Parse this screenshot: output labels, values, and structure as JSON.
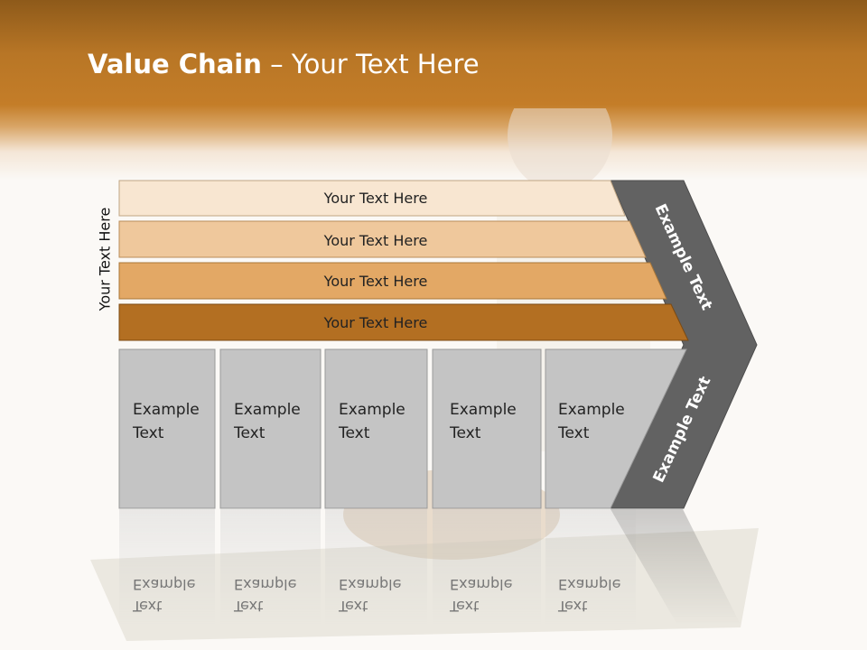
{
  "slide": {
    "title_bold": "Value Chain",
    "title_rest": " – Your Text Here",
    "side_label": "Your Text Here"
  },
  "bars": [
    {
      "label": "Your Text Here",
      "color": "#f8e6d1"
    },
    {
      "label": "Your Text Here",
      "color": "#efc89c"
    },
    {
      "label": "Your Text Here",
      "color": "#e3a865"
    },
    {
      "label": "Your Text Here",
      "color": "#b36f22"
    }
  ],
  "boxes": [
    {
      "line1": "Example",
      "line2": "Text"
    },
    {
      "line1": "Example",
      "line2": "Text"
    },
    {
      "line1": "Example",
      "line2": "Text"
    },
    {
      "line1": "Example",
      "line2": "Text"
    },
    {
      "line1": "Example",
      "line2": "Text"
    }
  ],
  "chevron": {
    "upper_text": "Example Text",
    "lower_text": "Example Text",
    "color": "#626262"
  },
  "colors": {
    "box_fill": "#c4c4c4",
    "box_stroke": "#9a9a9a"
  }
}
